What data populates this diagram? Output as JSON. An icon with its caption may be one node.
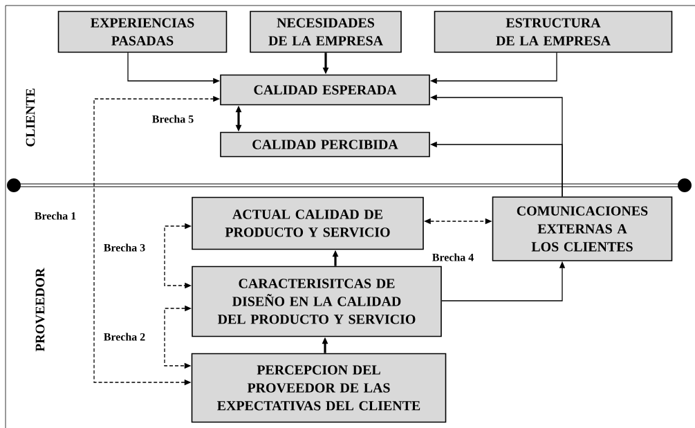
{
  "diagram": {
    "nodes": [
      {
        "text": [
          "EXPERIENCIAS PASADAS"
        ]
      },
      {
        "text": [
          "NECESIDADES DE LA EMPRESA"
        ]
      },
      {
        "text": [
          "ESTRUCTURA DE LA EMPRESA"
        ]
      },
      {
        "text": [
          "CALIDAD ESPERADA"
        ]
      },
      {
        "text": [
          "CALIDAD  PERCIBIDA"
        ]
      },
      {
        "text": [
          "ACTUAL CALIDAD DE PRODUCTO Y SERVICIO"
        ]
      },
      {
        "text": [
          "COMUNICACIONES EXTERNAS A LOS CLIENTES"
        ]
      },
      {
        "text": [
          "CARACTERISITCAS DE DISEÑO EN LA CALIDAD DEL PRODUCTO Y SERVICIO"
        ]
      },
      {
        "text": [
          "PERCEPCION DEL PROVEEDOR DE LAS EXPECTATIVAS DEL CLIENTE"
        ]
      }
    ],
    "edges": [
      {
        "from": 0,
        "to": 3,
        "arrow": "to"
      },
      {
        "from": 1,
        "to": 3,
        "arrow": "to",
        "style": "thick"
      },
      {
        "from": 2,
        "to": 3,
        "arrow": "to"
      },
      {
        "from": 3,
        "to": 4,
        "arrow": "both",
        "style": "thick",
        "label": "Brecha  5"
      },
      {
        "from": 6,
        "to": 3,
        "arrow": "to"
      },
      {
        "from": 6,
        "to": 4,
        "arrow": "to"
      },
      {
        "from": 8,
        "to": 3,
        "arrow": "both",
        "style": "dashed",
        "label": "Brecha  1"
      },
      {
        "from": 5,
        "to": 6,
        "arrow": "both",
        "style": "dashed",
        "label": "Brecha  4"
      },
      {
        "from": 5,
        "to": 7,
        "arrow": "both",
        "style": "dashed",
        "label": "Brecha 3"
      },
      {
        "from": 7,
        "to": 8,
        "arrow": "both",
        "style": "dashed",
        "label": "Brecha 2"
      },
      {
        "from": 7,
        "to": 5,
        "arrow": "to",
        "style": "thick"
      },
      {
        "from": 8,
        "to": 7,
        "arrow": "to",
        "style": "thick"
      },
      {
        "from": 7,
        "to": 6,
        "arrow": "to"
      }
    ],
    "labels": [
      "CLIENTE",
      "PROVEEDOR"
    ]
  }
}
